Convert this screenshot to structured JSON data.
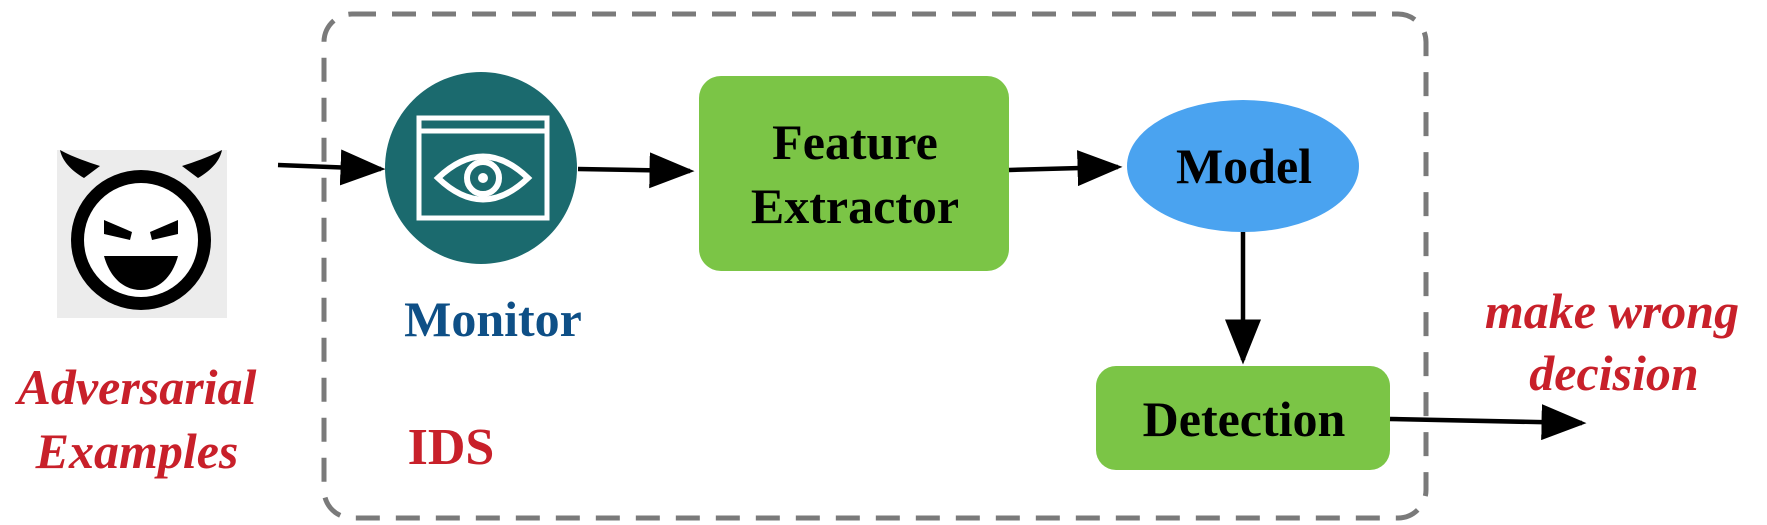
{
  "adversary": {
    "icon": "devil-face-icon",
    "label_line1": "Adversarial",
    "label_line2": "Examples"
  },
  "ids": {
    "label": "IDS"
  },
  "monitor": {
    "icon": "eye-window-icon",
    "label": "Monitor"
  },
  "feature_extractor": {
    "label_line1": "Feature",
    "label_line2": "Extractor"
  },
  "model": {
    "label": "Model"
  },
  "detection": {
    "label": "Detection"
  },
  "outcome": {
    "label_line1": "make wrong",
    "label_line2": "decision"
  },
  "colors": {
    "red_text": "#c8202a",
    "monitor_text": "#0e4f86",
    "monitor_circle": "#1b6a6e",
    "green_box": "#7bc546",
    "model_blue": "#4aa3f0",
    "dashed_border": "#7a7a7a"
  }
}
